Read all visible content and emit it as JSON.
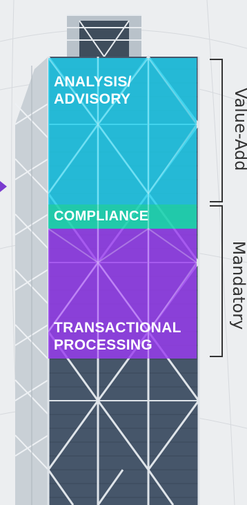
{
  "bands": [
    {
      "id": "analysis",
      "label": "ANALYSIS/\nADVISORY",
      "color": "#1fd0ee"
    },
    {
      "id": "compliance",
      "label": "COMPLIANCE",
      "color": "#1ed2b0"
    },
    {
      "id": "transactional",
      "label": "TRANSACTIONAL\nPROCESSING",
      "color": "#9a3cf0"
    }
  ],
  "brackets": [
    {
      "id": "value-add",
      "label": "Value-Add"
    },
    {
      "id": "mandatory",
      "label": "Mandatory"
    }
  ],
  "colors": {
    "background": "#eceef0",
    "building_glass": "#4a5a6a",
    "building_frame": "#d8dde2",
    "arrow": "#7a3bd0",
    "bracket": "#333333"
  }
}
